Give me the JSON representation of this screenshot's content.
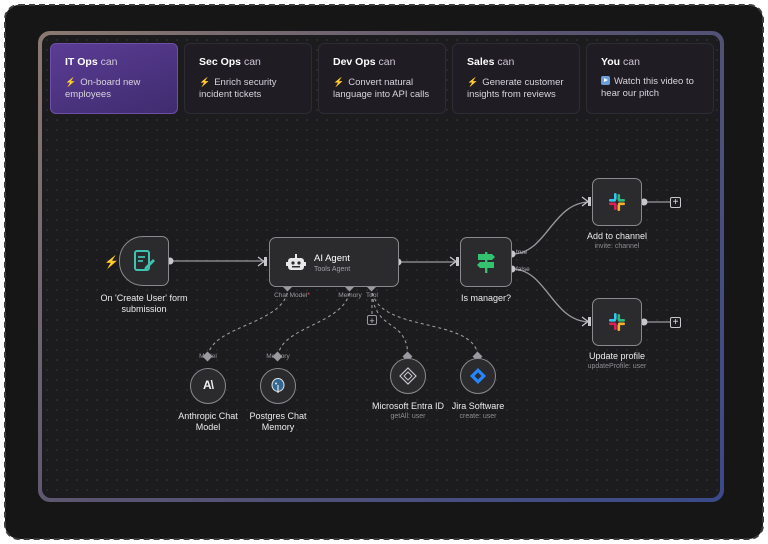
{
  "tabs": [
    {
      "role": "IT Ops",
      "suffix": "can",
      "desc": "On-board new employees"
    },
    {
      "role": "Sec Ops",
      "suffix": "can",
      "desc": "Enrich security incident tickets"
    },
    {
      "role": "Dev Ops",
      "suffix": "can",
      "desc": "Convert natural language into API calls"
    },
    {
      "role": "Sales",
      "suffix": "can",
      "desc": "Generate customer insights from reviews"
    },
    {
      "role": "You",
      "suffix": "can",
      "desc": "Watch this video to hear our pitch"
    }
  ],
  "workflow": {
    "trigger": {
      "label": "On 'Create User' form submission"
    },
    "agent": {
      "title": "AI Agent",
      "subtitle": "Tools Agent",
      "ports": {
        "chat_model": "Chat Model",
        "required_mark": "*",
        "memory": "Memory",
        "tool": "Tool"
      }
    },
    "condition": {
      "label": "Is manager?",
      "true_label": "true",
      "false_label": "false"
    },
    "add_to_channel": {
      "label": "Add to channel",
      "sub": "invite: channel"
    },
    "update_profile": {
      "label": "Update profile",
      "sub": "updateProfile: user"
    },
    "model": {
      "port": "Model",
      "label": "Anthropic Chat Model"
    },
    "memory": {
      "port": "Memory",
      "label": "Postgres Chat Memory"
    },
    "entra": {
      "label": "Microsoft Entra ID",
      "sub": "getAll: user"
    },
    "jira": {
      "label": "Jira Software",
      "sub": "create: user"
    }
  },
  "colors": {
    "accent": "#5b3c95",
    "bolt": "#ffb020",
    "trigger_icon": "#3fc3b0",
    "if_icon": "#35c26e"
  }
}
